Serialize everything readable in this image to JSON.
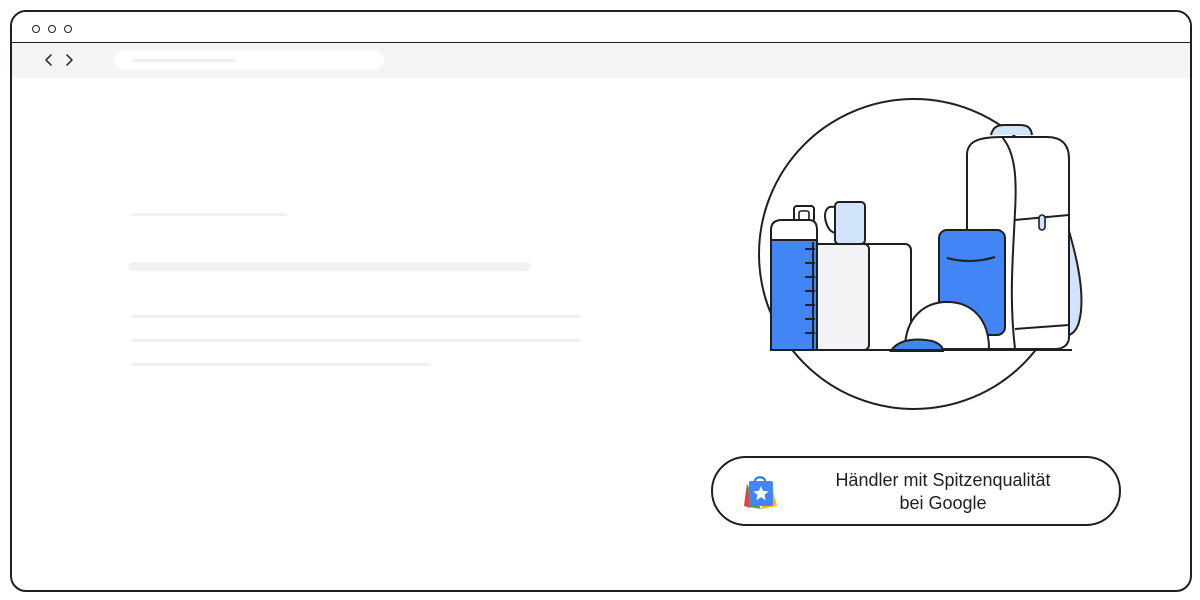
{
  "window": {
    "controls": [
      "dot",
      "dot",
      "dot"
    ]
  },
  "nav": {
    "back_icon": "chevron-left-icon",
    "forward_icon": "chevron-right-icon",
    "address_value": ""
  },
  "illustration": {
    "subject": "shopping-products-icon",
    "accent_color": "#4285f4",
    "light_blue": "#d2e3fc",
    "grey_fill": "#f1f3f4"
  },
  "badge": {
    "icon": "shopping-bag-star-icon",
    "line1": "Händler mit Spitzenqualität",
    "line2": "bei Google"
  },
  "colors": {
    "outline": "#1f1f1f",
    "skeleton": "#f0f2f1",
    "toolbar_bg": "#f4f6f5"
  }
}
